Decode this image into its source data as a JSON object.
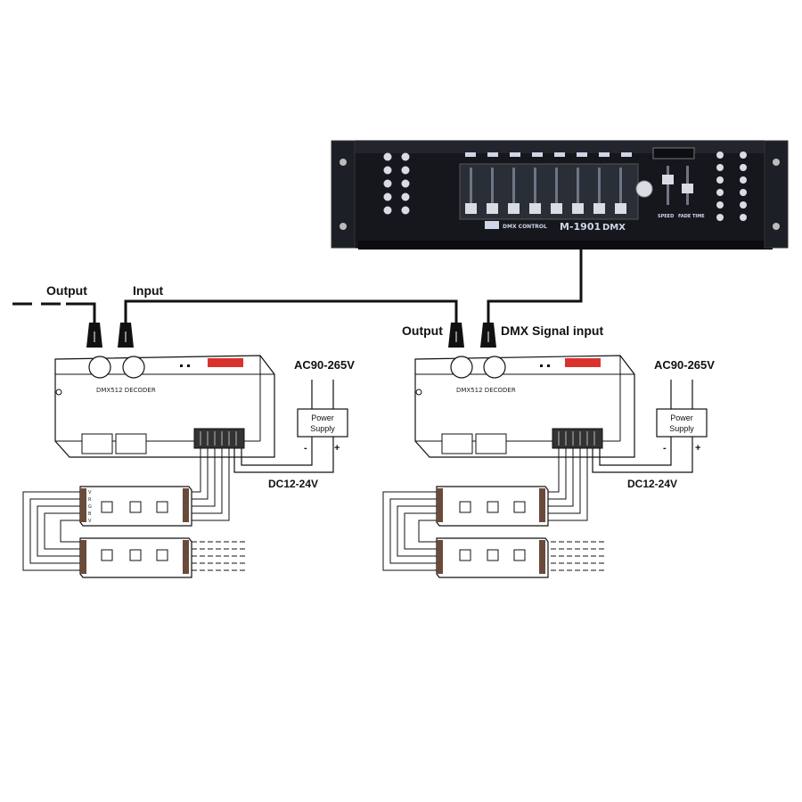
{
  "controller": {
    "model_text": "M-1901",
    "dmx_text": "DMX",
    "brand_text": "DMX CONTROL",
    "fader_label_1": "SPEED",
    "fader_label_2": "FADE TIME"
  },
  "left_decoder": {
    "output_label": "Output",
    "input_label": "Input",
    "decoder_label": "DMX512 DECODER",
    "ac_label": "AC90-265V",
    "power_supply_line1": "Power",
    "power_supply_line2": "Supply",
    "minus_label": "-",
    "plus_label": "+",
    "dc_label": "DC12-24V"
  },
  "right_decoder": {
    "output_label": "Output",
    "input_label": "DMX Signal input",
    "decoder_label": "DMX512 DECODER",
    "ac_label": "AC90-265V",
    "power_supply_line1": "Power",
    "power_supply_line2": "Supply",
    "minus_label": "-",
    "plus_label": "+",
    "dc_label": "DC12-24V"
  },
  "strip_pins": [
    "V",
    "R",
    "G",
    "B",
    "V"
  ],
  "colors": {
    "console_body": "#15171c",
    "console_knob": "#d9dde3",
    "decoder_indicator": "#d9322e",
    "line": "#111111"
  }
}
